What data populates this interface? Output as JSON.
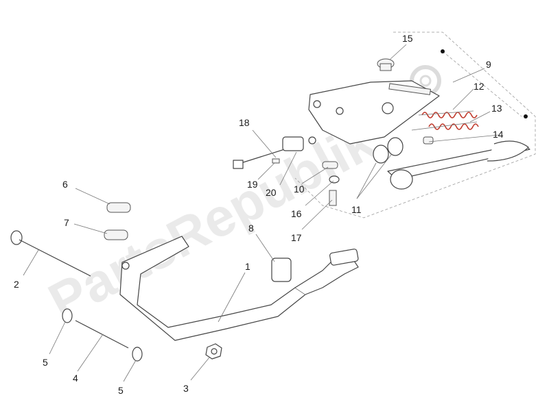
{
  "watermark": "PartsRepublik",
  "callouts": {
    "n1": "1",
    "n2": "2",
    "n3": "3",
    "n4": "4",
    "n5a": "5",
    "n5b": "5",
    "n6": "6",
    "n7": "7",
    "n8": "8",
    "n9": "9",
    "n10": "10",
    "n11a": "11",
    "n12": "12",
    "n13": "13",
    "n14": "14",
    "n15": "15",
    "n16": "16",
    "n17": "17",
    "n18": "18",
    "n19": "19",
    "n20": "20"
  },
  "colors": {
    "spring": "#c0392b",
    "line": "#444444",
    "watermark": "#d9d9d9"
  }
}
